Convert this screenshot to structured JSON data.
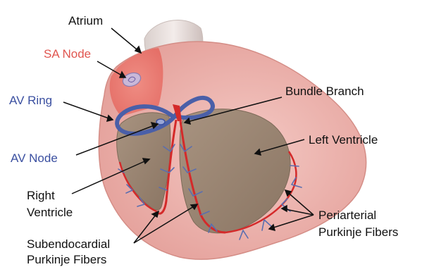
{
  "labels": {
    "atrium": "Atrium",
    "sa_node": "SA Node",
    "av_ring": "AV Ring",
    "av_node": "AV Node",
    "bundle_branch": "Bundle Branch",
    "left_ventricle": "Left Ventricle",
    "right_ventricle_line1": "Right",
    "right_ventricle_line2": "Ventricle",
    "subendocardial_line1": "Subendocardial",
    "subendocardial_line2": "Purkinje Fibers",
    "periarterial_line1": "Periarterial",
    "periarterial_line2": "Purkinje Fibers"
  },
  "colors": {
    "label_default": "#111111",
    "label_sa_node": "#e0554f",
    "label_av": "#3a4fa0",
    "ring_blue": "#4a5fa8",
    "conduction_red": "#d42a2a",
    "heart_outer": "#e8a8a3",
    "chamber_fill": "#9a8470"
  }
}
